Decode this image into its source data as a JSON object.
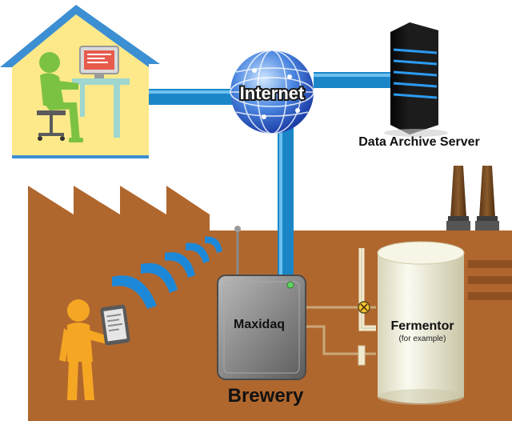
{
  "diagram": {
    "nodes": {
      "internet": {
        "label": "Internet"
      },
      "server": {
        "label": "Data Archive Server"
      },
      "maxidaq": {
        "label": "Maxidaq"
      },
      "brewery": {
        "label": "Brewery"
      },
      "fermentor": {
        "label": "Fermentor",
        "sublabel": "(for example)"
      }
    },
    "connections": [
      {
        "from": "home-office",
        "to": "internet",
        "type": "wired"
      },
      {
        "from": "internet",
        "to": "server",
        "type": "wired"
      },
      {
        "from": "internet",
        "to": "maxidaq",
        "type": "wired"
      },
      {
        "from": "maxidaq",
        "to": "tablet-user",
        "type": "wireless"
      },
      {
        "from": "maxidaq",
        "to": "fermentor",
        "type": "sensor-line"
      }
    ],
    "colors": {
      "cable": "#1a86c8",
      "ground": "#b0672e",
      "house": "#fde98a",
      "person_remote": "#7cc242",
      "person_local": "#f5a623",
      "wifi_waves": "#1e88d8",
      "maxidaq_box": "#8a8a8a",
      "fermentor": "#f2f0dc"
    }
  }
}
